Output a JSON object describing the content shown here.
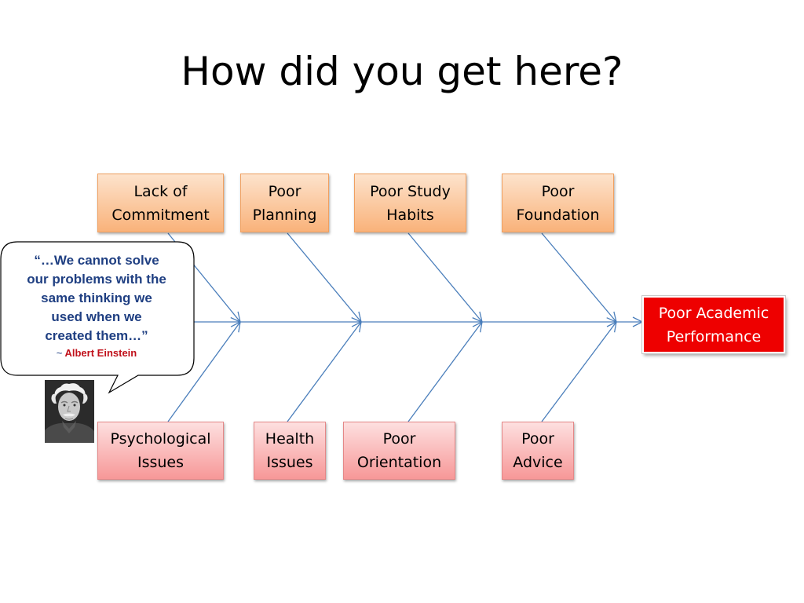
{
  "title": "How did you get here?",
  "effect": {
    "label": "Poor Academic\nPerformance",
    "color": "#ee0000"
  },
  "top_causes": [
    {
      "label": "Lack of\nCommitment"
    },
    {
      "label": "Poor\nPlanning"
    },
    {
      "label": "Poor Study\nHabits"
    },
    {
      "label": "Poor\nFoundation"
    }
  ],
  "bottom_causes": [
    {
      "label": "Psychological\nIssues"
    },
    {
      "label": "Health\nIssues"
    },
    {
      "label": "Poor\nOrientation"
    },
    {
      "label": "Poor\nAdvice"
    }
  ],
  "quote": {
    "text": "“…We cannot solve\nour problems with the\nsame thinking we\nused when we\ncreated them…”",
    "tilde": "~",
    "author": "Albert Einstein"
  },
  "colors": {
    "line": "#4a7ebb",
    "top_box": "#f9b27a",
    "bottom_box": "#f79898",
    "quote_text": "#1f3f82",
    "author": "#c0101a"
  },
  "icons": {
    "portrait": "albert-einstein-portrait"
  }
}
